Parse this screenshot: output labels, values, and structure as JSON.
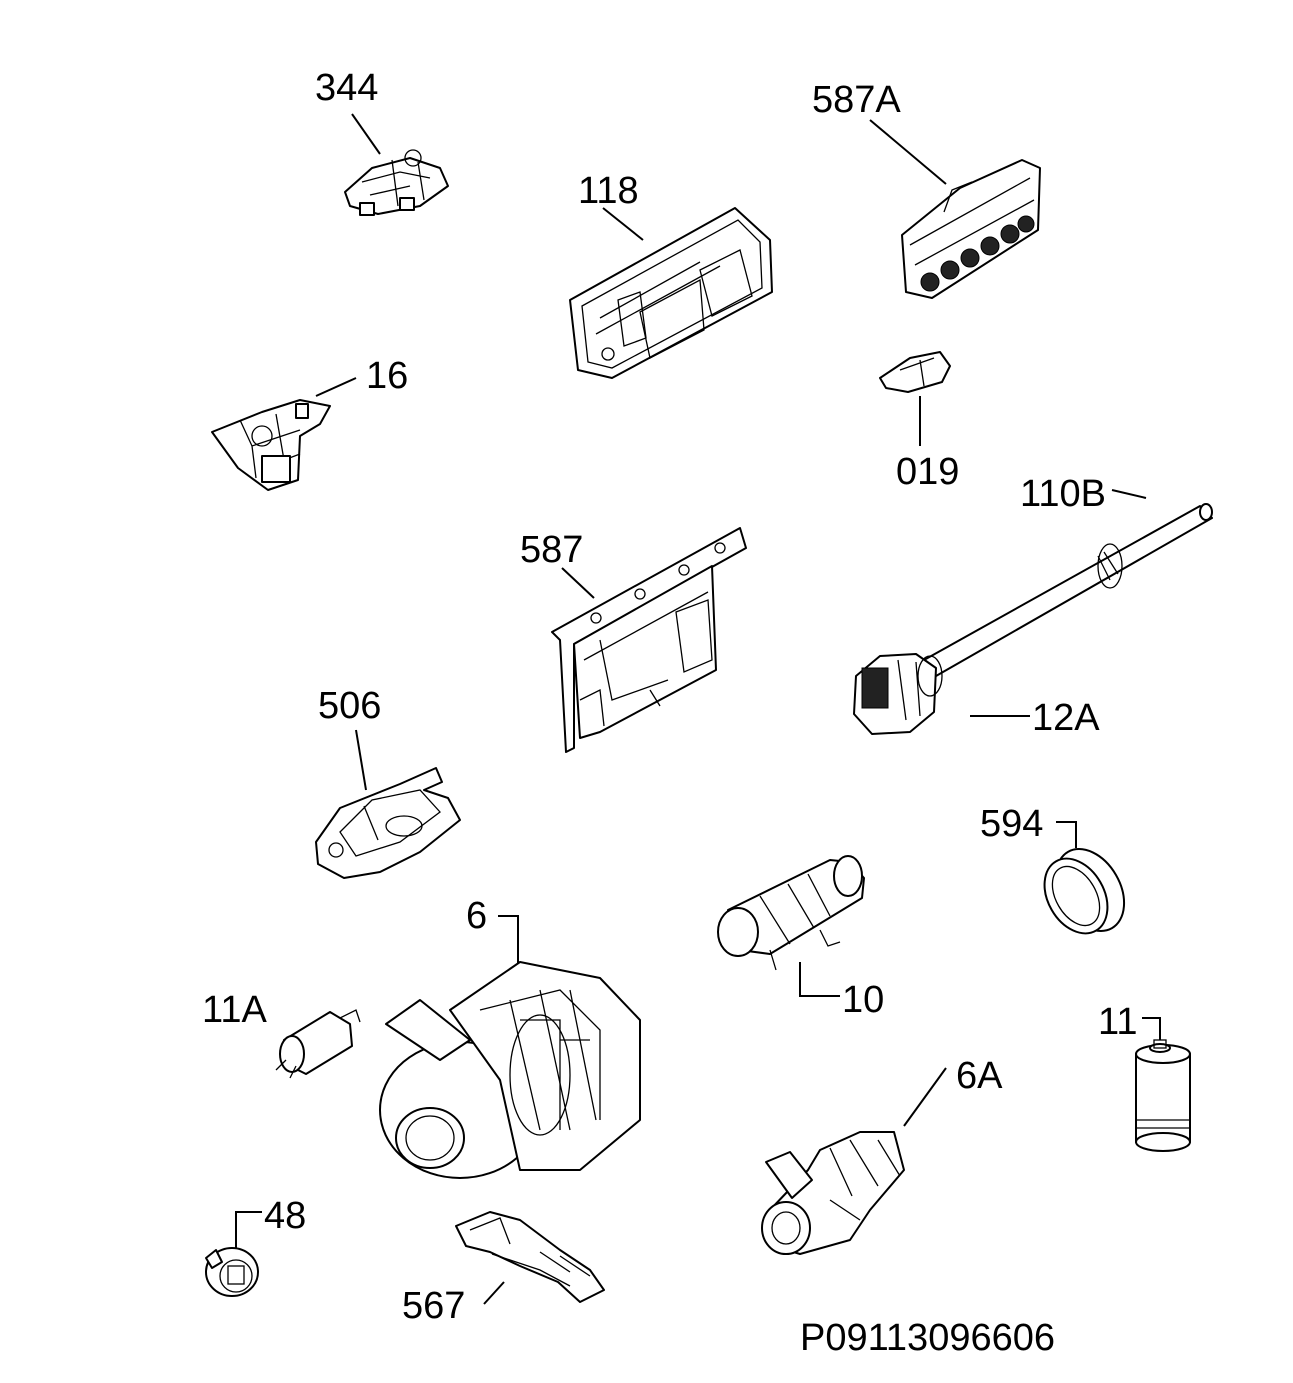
{
  "diagram": {
    "drawing_number": "P09113096606",
    "callouts": {
      "c344": "344",
      "c118": "118",
      "c587A": "587A",
      "c16": "16",
      "c019": "019",
      "c110B": "110B",
      "c587": "587",
      "c12A": "12A",
      "c506": "506",
      "c594": "594",
      "c6": "6",
      "c10": "10",
      "c11A": "11A",
      "c11": "11",
      "c6A": "6A",
      "c48": "48",
      "c567": "567"
    }
  }
}
